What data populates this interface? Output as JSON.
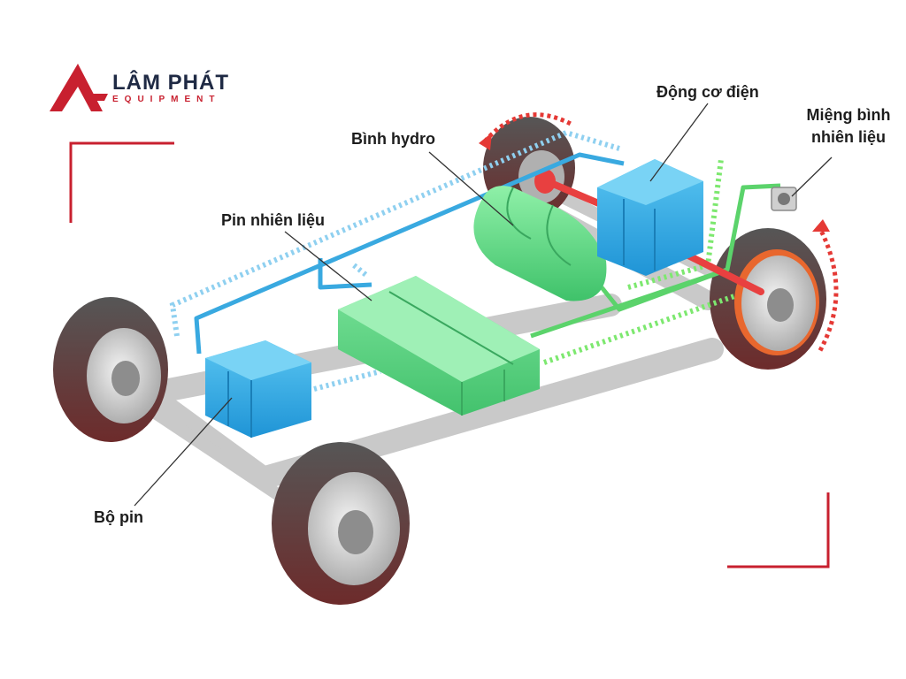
{
  "brand": {
    "name": "LÂM PHÁT",
    "tagline": "EQUIPMENT",
    "accent_color": "#c8202f",
    "text_color": "#1f2a44"
  },
  "labels": {
    "motor": "Động cơ điện",
    "fuel_inlet": "Miệng bình nhiên liệu",
    "hydrogen_tank": "Bình hydro",
    "fuel_cell": "Pin nhiên liệu",
    "battery": "Bộ pin"
  },
  "colors": {
    "hydrogen_line": "#5bd36b",
    "power_line": "#39a9e0",
    "drive_arrow": "#e53935",
    "tank": "#5fe08a",
    "motor": "#2ea8e6",
    "tire": "#3b3b3b"
  }
}
